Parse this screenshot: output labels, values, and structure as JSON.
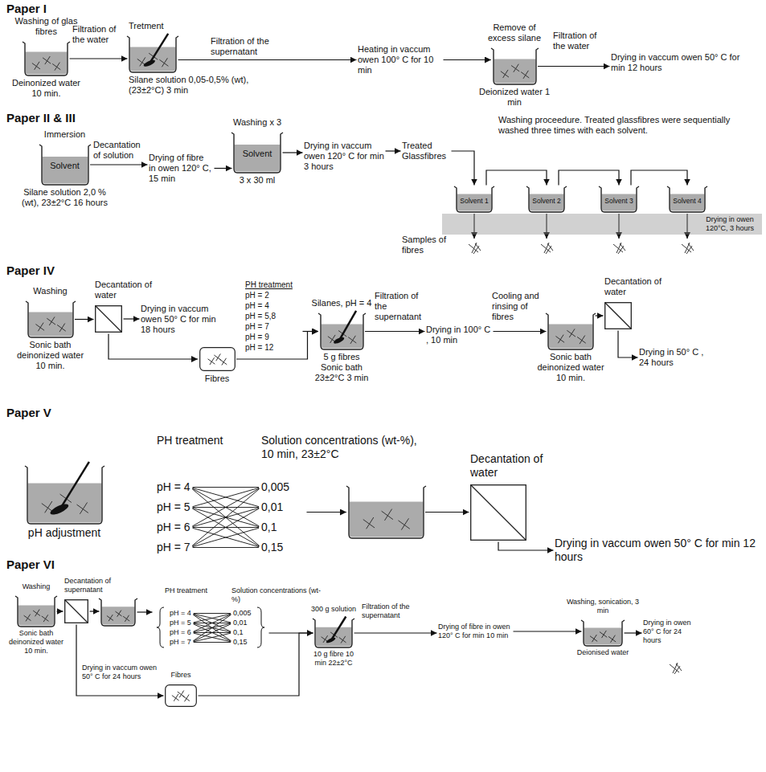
{
  "diagram": {
    "nodes": [
      {
        "text": [
          "Washing of glas fibres",
          "Deinonized water 10 min."
        ]
      },
      {
        "text": [
          "Tretment",
          "Silane solution 0,05-0,5% (wt), (23±2°C) 3 min"
        ]
      },
      {
        "text": [
          "Heating in vaccum owen 100° C for 10 min"
        ]
      },
      {
        "text": [
          "Remove of excess silane",
          "Deionized water 1 min"
        ]
      },
      {
        "text": [
          "Drying in vaccum owen 50° C for min 12 hours"
        ]
      },
      {
        "text": [
          "Immersion",
          "Solvent",
          "Silane solution 2,0 % (wt), 23±2°C 16 hours"
        ]
      },
      {
        "text": [
          "Drying of fibre in owen 120° C, 15 min"
        ]
      },
      {
        "text": [
          "Washing x 3",
          "Solvent",
          "3 x 30 ml"
        ]
      },
      {
        "text": [
          "Drying in vaccum owen 120° C for min 3 hours"
        ]
      },
      {
        "text": [
          "Treated Glassfibres"
        ]
      },
      {
        "text": [
          "Solvent 1"
        ]
      },
      {
        "text": [
          "Solvent 2"
        ]
      },
      {
        "text": [
          "Solvent 3"
        ]
      },
      {
        "text": [
          "Solvent 4"
        ]
      },
      {
        "text": [
          "Drying in owen 120°C, 3 hours"
        ]
      },
      {
        "text": [
          "Washing",
          "Sonic bath deinonized water 10 min."
        ]
      },
      {
        "text": [
          "Decantation of water"
        ]
      },
      {
        "text": [
          "Drying in vaccum owen 50° C for min 18 hours"
        ]
      },
      {
        "text": [
          "Fibres"
        ]
      },
      {
        "text": [
          "PH treatment",
          "pH = 2",
          "pH = 4",
          "pH = 5,8",
          "pH = 7",
          "pH = 9",
          "pH = 12"
        ]
      },
      {
        "text": [
          "Silanes, pH = 4",
          "5 g fibres",
          "Sonic bath 23±2°C 3 min"
        ]
      },
      {
        "text": [
          "Drying in 100° C , 10 min"
        ]
      },
      {
        "text": [
          "Sonic bath deinonized water 10 min."
        ]
      },
      {
        "text": [
          "Decantation of water"
        ]
      },
      {
        "text": [
          "Drying in 50° C , 24 hours"
        ]
      },
      {
        "text": [
          "pH adjustment"
        ]
      },
      {
        "text": [
          "PH treatment"
        ]
      },
      {
        "text": [
          "pH = 4"
        ],
        "in": 26
      },
      {
        "text": [
          "pH = 5"
        ],
        "in": 26
      },
      {
        "text": [
          "pH = 6"
        ],
        "in": 26
      },
      {
        "text": [
          "pH = 7"
        ],
        "in": 26
      },
      {
        "text": [
          "Solution concentrations (wt-%), 10 min, 23±2°C"
        ]
      },
      {
        "text": [
          "0,005"
        ],
        "in": 31
      },
      {
        "text": [
          "0,01"
        ],
        "in": 31
      },
      {
        "text": [
          "0,1"
        ],
        "in": 31
      },
      {
        "text": [
          "0,15"
        ],
        "in": 31
      },
      {
        "text": []
      },
      {
        "text": [
          "Decantation of water"
        ]
      },
      {
        "text": [
          "Drying in vaccum owen 50° C for min 12 hours"
        ]
      },
      {
        "text": [
          "Washing",
          "Sonic bath deinonized water 10 min."
        ]
      },
      {
        "text": [
          "Decantation of supernatant"
        ]
      },
      {
        "text": []
      },
      {
        "text": [
          "Fibres"
        ]
      },
      {
        "text": [
          "PH treatment"
        ]
      },
      {
        "text": [
          "pH = 4"
        ],
        "in": 43
      },
      {
        "text": [
          "pH = 5"
        ],
        "in": 43
      },
      {
        "text": [
          "pH = 6"
        ],
        "in": 43
      },
      {
        "text": [
          "pH = 7"
        ],
        "in": 43
      },
      {
        "text": [
          "Solution concentrations (wt-%)"
        ]
      },
      {
        "text": [
          "0,005"
        ],
        "in": 48
      },
      {
        "text": [
          "0,01"
        ],
        "in": 48
      },
      {
        "text": [
          "0,1"
        ],
        "in": 48
      },
      {
        "text": [
          "0,15"
        ],
        "in": 48
      },
      {
        "text": [
          "300 g solution",
          "10 g fibre 10 min 22±2°C"
        ]
      },
      {
        "text": [
          "Drying of fibre in owen 120° C for min 10 min"
        ]
      },
      {
        "text": [
          "Washing, sonication, 3 min",
          "Deionised water"
        ]
      },
      {
        "text": [
          "Drying in owen 60° C for 24 hours"
        ]
      }
    ],
    "edges": [
      {
        "from": 0,
        "to": 1,
        "arrow": "to",
        "label": "Filtration of the water"
      },
      {
        "from": 1,
        "to": 2,
        "arrow": "to",
        "label": "Filtration of the supernatant"
      },
      {
        "from": 2,
        "to": 3,
        "arrow": "to"
      },
      {
        "from": 3,
        "to": 4,
        "arrow": "to",
        "label": "Filtration of the water"
      },
      {
        "from": 5,
        "to": 6,
        "arrow": "to",
        "label": "Decantation of solution"
      },
      {
        "from": 6,
        "to": 7,
        "arrow": "to"
      },
      {
        "from": 7,
        "to": 8,
        "arrow": "to"
      },
      {
        "from": 8,
        "to": 9,
        "arrow": "to"
      },
      {
        "from": 9,
        "to": 10,
        "arrow": "to"
      },
      {
        "from": 10,
        "to": 11,
        "arrow": "to"
      },
      {
        "from": 11,
        "to": 12,
        "arrow": "to"
      },
      {
        "from": 12,
        "to": 13,
        "arrow": "to"
      },
      {
        "from": 15,
        "to": 16,
        "arrow": "to"
      },
      {
        "from": 16,
        "to": 17,
        "arrow": "to"
      },
      {
        "from": 16,
        "to": 18,
        "arrow": "to"
      },
      {
        "from": 18,
        "to": 20,
        "arrow": "to"
      },
      {
        "from": 19,
        "to": 20,
        "arrow": "to"
      },
      {
        "from": 20,
        "to": 21,
        "arrow": "to",
        "label": "Filtration of the supernatant"
      },
      {
        "from": 21,
        "to": 22,
        "arrow": "to",
        "label": "Cooling and rinsing of fibres"
      },
      {
        "from": 22,
        "to": 23,
        "arrow": "to"
      },
      {
        "from": 23,
        "to": 24,
        "arrow": "to"
      },
      {
        "from": 27,
        "to": 32,
        "arrow": "none"
      },
      {
        "from": 27,
        "to": 33,
        "arrow": "none"
      },
      {
        "from": 27,
        "to": 34,
        "arrow": "none"
      },
      {
        "from": 27,
        "to": 35,
        "arrow": "none"
      },
      {
        "from": 28,
        "to": 32,
        "arrow": "none"
      },
      {
        "from": 28,
        "to": 33,
        "arrow": "none"
      },
      {
        "from": 28,
        "to": 34,
        "arrow": "none"
      },
      {
        "from": 28,
        "to": 35,
        "arrow": "none"
      },
      {
        "from": 29,
        "to": 32,
        "arrow": "none"
      },
      {
        "from": 29,
        "to": 33,
        "arrow": "none"
      },
      {
        "from": 29,
        "to": 34,
        "arrow": "none"
      },
      {
        "from": 29,
        "to": 35,
        "arrow": "none"
      },
      {
        "from": 30,
        "to": 32,
        "arrow": "none"
      },
      {
        "from": 30,
        "to": 33,
        "arrow": "none"
      },
      {
        "from": 30,
        "to": 34,
        "arrow": "none"
      },
      {
        "from": 30,
        "to": 35,
        "arrow": "none"
      },
      {
        "from": 31,
        "to": 36,
        "arrow": "to"
      },
      {
        "from": 36,
        "to": 37,
        "arrow": "to"
      },
      {
        "from": 37,
        "to": 38,
        "arrow": "to"
      },
      {
        "from": 39,
        "to": 40,
        "arrow": "to"
      },
      {
        "from": 40,
        "to": 41,
        "arrow": "to"
      },
      {
        "from": 40,
        "to": 42,
        "arrow": "to",
        "label": "Drying in vaccum owen 50° C for 24 hours"
      },
      {
        "from": 41,
        "to": 43,
        "arrow": "to"
      },
      {
        "from": 44,
        "to": 49,
        "arrow": "none"
      },
      {
        "from": 44,
        "to": 50,
        "arrow": "none"
      },
      {
        "from": 44,
        "to": 51,
        "arrow": "none"
      },
      {
        "from": 44,
        "to": 52,
        "arrow": "none"
      },
      {
        "from": 45,
        "to": 49,
        "arrow": "none"
      },
      {
        "from": 45,
        "to": 50,
        "arrow": "none"
      },
      {
        "from": 45,
        "to": 51,
        "arrow": "none"
      },
      {
        "from": 45,
        "to": 52,
        "arrow": "none"
      },
      {
        "from": 46,
        "to": 49,
        "arrow": "none"
      },
      {
        "from": 46,
        "to": 50,
        "arrow": "none"
      },
      {
        "from": 46,
        "to": 51,
        "arrow": "none"
      },
      {
        "from": 46,
        "to": 52,
        "arrow": "none"
      },
      {
        "from": 47,
        "to": 49,
        "arrow": "none"
      },
      {
        "from": 47,
        "to": 50,
        "arrow": "none"
      },
      {
        "from": 47,
        "to": 51,
        "arrow": "none"
      },
      {
        "from": 47,
        "to": 52,
        "arrow": "none"
      },
      {
        "from": 48,
        "to": 53,
        "arrow": "to"
      },
      {
        "from": 42,
        "to": 53,
        "arrow": "to"
      },
      {
        "from": 53,
        "to": 54,
        "arrow": "to",
        "label": "Filtration of the supernatant"
      },
      {
        "from": 54,
        "to": 55,
        "arrow": "to"
      },
      {
        "from": 55,
        "to": 56,
        "arrow": "to"
      }
    ],
    "labels": [
      "Paper I",
      "Paper II & III",
      "Washing proceedure. Treated glassfibres were sequentially washed three times with each solvent.",
      "Samples of fibres",
      "Paper IV",
      "Paper V",
      "Paper VI"
    ]
  }
}
